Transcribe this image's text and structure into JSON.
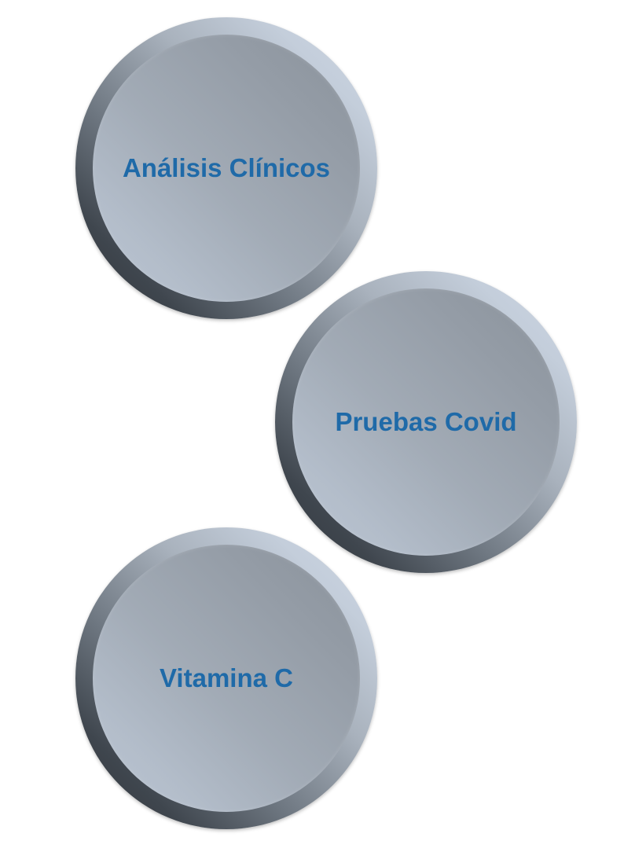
{
  "services": [
    {
      "label": "Análisis Clínicos"
    },
    {
      "label": "Pruebas Covid"
    },
    {
      "label": "Vitamina C"
    }
  ],
  "colors": {
    "label_text": "#1f6aa8",
    "circle_fill": "#9aa3ad",
    "circle_rim_dark": "#2f343a",
    "circle_rim_light": "#cdd6e2"
  }
}
